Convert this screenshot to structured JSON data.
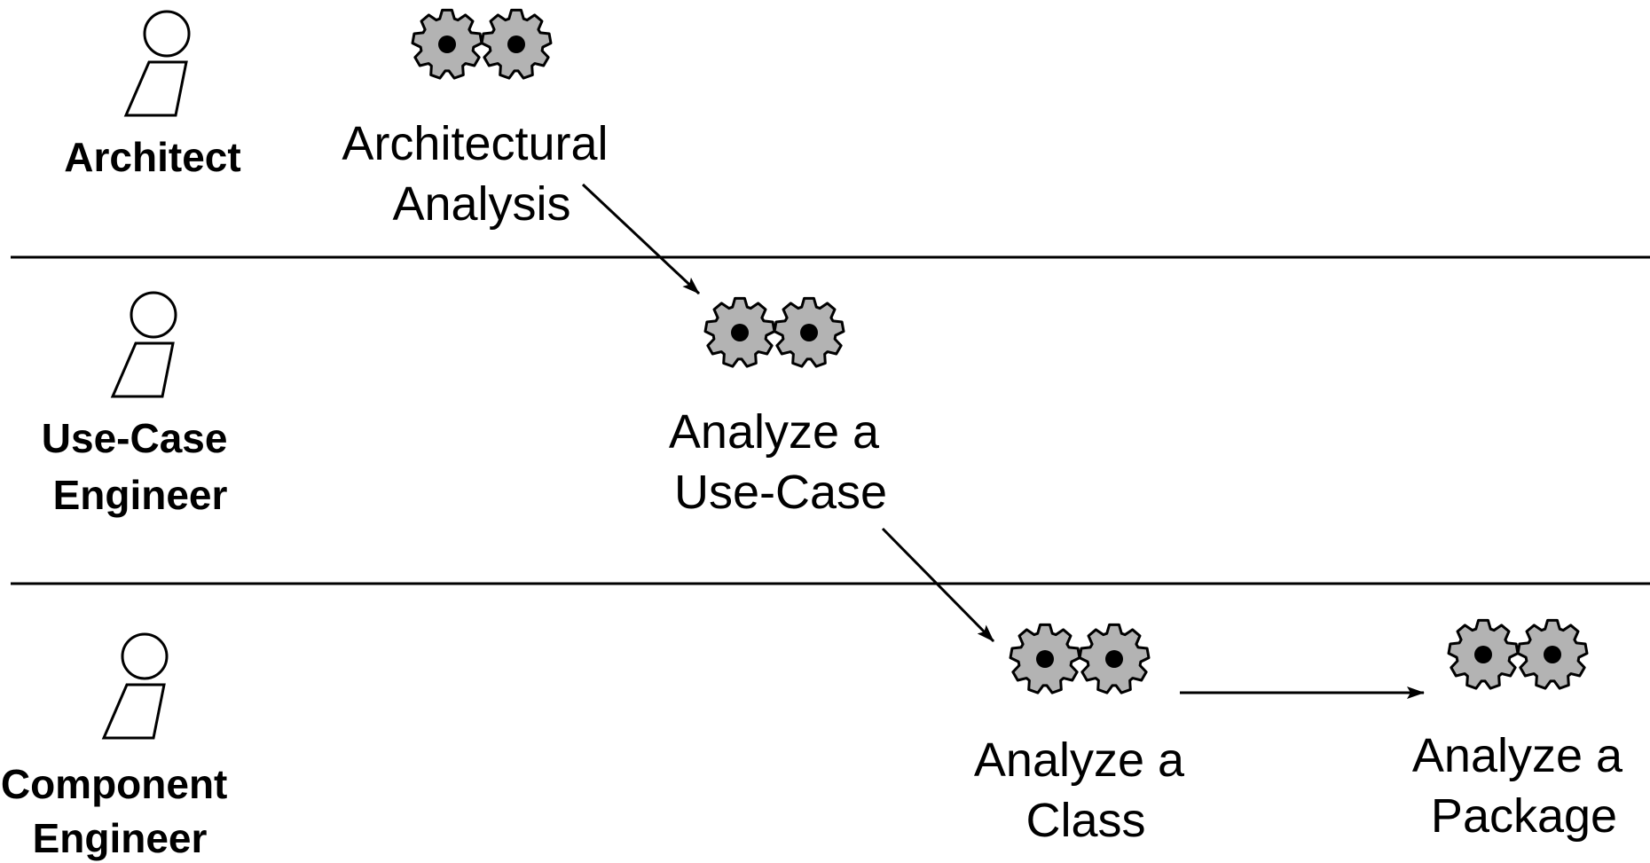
{
  "lanes": [
    {
      "actor": {
        "lines": [
          "Architect"
        ],
        "icon": "actor-icon"
      },
      "activities": [
        {
          "lines": [
            "Architectural",
            "Analysis"
          ],
          "icon": "gears-icon"
        }
      ]
    },
    {
      "actor": {
        "lines": [
          "Use-Case",
          "Engineer"
        ],
        "icon": "actor-icon"
      },
      "activities": [
        {
          "lines": [
            "Analyze a",
            "Use-Case"
          ],
          "icon": "gears-icon"
        }
      ]
    },
    {
      "actor": {
        "lines": [
          "Component",
          "Engineer"
        ],
        "icon": "actor-icon"
      },
      "activities": [
        {
          "lines": [
            "Analyze a",
            "Class"
          ],
          "icon": "gears-icon"
        },
        {
          "lines": [
            "Analyze a",
            "Package"
          ],
          "icon": "gears-icon"
        }
      ]
    }
  ],
  "flows": [
    {
      "from": "Architectural Analysis",
      "to": "Analyze a Use-Case"
    },
    {
      "from": "Analyze a Use-Case",
      "to": "Analyze a Class"
    },
    {
      "from": "Analyze a Class",
      "to": "Analyze a Package"
    }
  ],
  "colors": {
    "gear_fill": "#b3b3b3",
    "stroke": "#000000",
    "background": "#ffffff"
  }
}
